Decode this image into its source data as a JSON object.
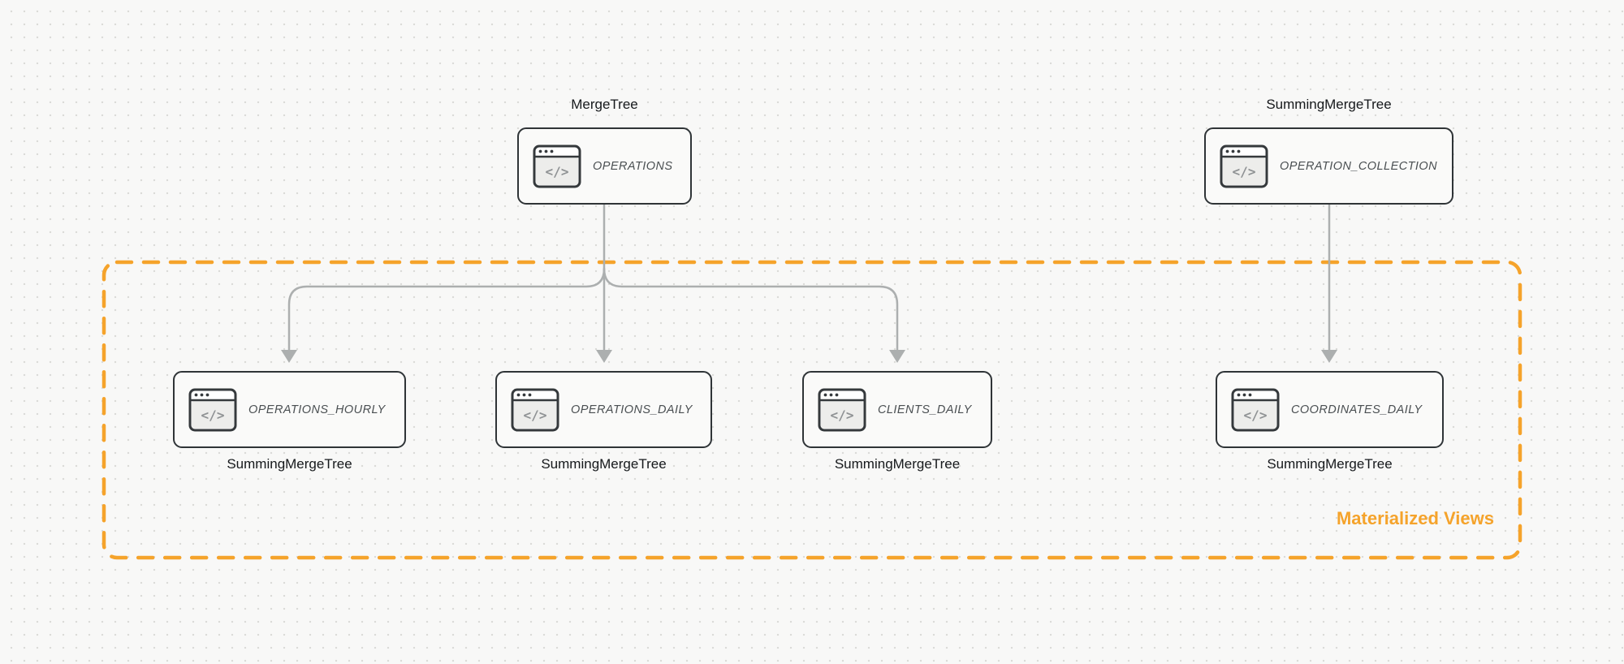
{
  "diagram": {
    "group_label": "Materialized Views",
    "icon_glyph": "</>",
    "colors": {
      "accent": "#F5A32B",
      "edge": "#ACAFAF",
      "node_border": "#2F3437",
      "node_fill": "#FAFAF9",
      "node_text": "#4A4F52",
      "engine_text": "#16191C",
      "background": "#F8F8F7",
      "grid_dot": "#DBDBD8"
    },
    "nodes": [
      {
        "table": "OPERATIONS",
        "engine": "MergeTree"
      },
      {
        "table": "OPERATION_COLLECTION",
        "engine": "SummingMergeTree"
      },
      {
        "table": "OPERATIONS_HOURLY",
        "engine": "SummingMergeTree"
      },
      {
        "table": "OPERATIONS_DAILY",
        "engine": "SummingMergeTree"
      },
      {
        "table": "CLIENTS_DAILY",
        "engine": "SummingMergeTree"
      },
      {
        "table": "COORDINATES_DAILY",
        "engine": "SummingMergeTree"
      }
    ]
  }
}
